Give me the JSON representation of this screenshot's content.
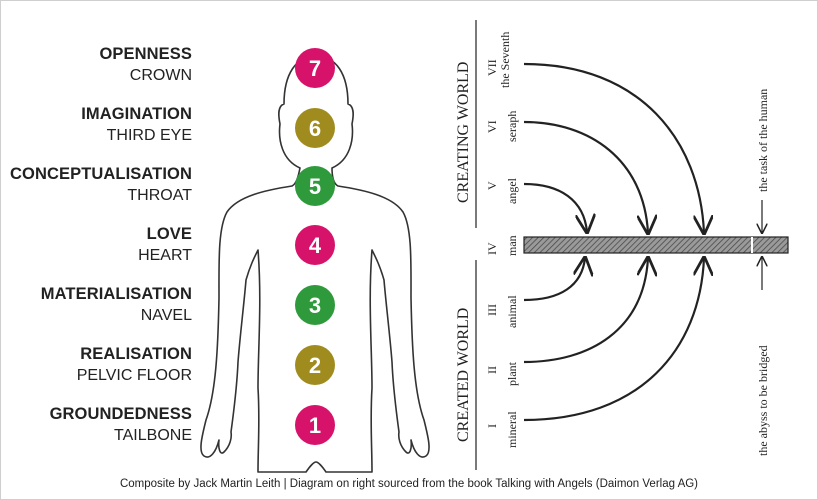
{
  "chakras": [
    {
      "number": "7",
      "title": "OPENNESS",
      "subtitle": "CROWN",
      "color": "#d6126b"
    },
    {
      "number": "6",
      "title": "IMAGINATION",
      "subtitle": "THIRD EYE",
      "color": "#a08c1e"
    },
    {
      "number": "5",
      "title": "CONCEPTUALISATION",
      "subtitle": "THROAT",
      "color": "#2e9a3c"
    },
    {
      "number": "4",
      "title": "LOVE",
      "subtitle": "HEART",
      "color": "#d6126b"
    },
    {
      "number": "3",
      "title": "MATERIALISATION",
      "subtitle": "NAVEL",
      "color": "#2e9a3c"
    },
    {
      "number": "2",
      "title": "REALISATION",
      "subtitle": "PELVIC FLOOR",
      "color": "#a08c1e"
    },
    {
      "number": "1",
      "title": "GROUNDEDNESS",
      "subtitle": "TAILBONE",
      "color": "#d6126b"
    }
  ],
  "diagram": {
    "creating_world": "CREATING WORLD",
    "created_world": "CREATED WORLD",
    "levels": [
      {
        "numeral": "VII",
        "name": "the Seventh"
      },
      {
        "numeral": "VI",
        "name": "seraph"
      },
      {
        "numeral": "V",
        "name": "angel"
      },
      {
        "numeral": "IV",
        "name": "man"
      },
      {
        "numeral": "III",
        "name": "animal"
      },
      {
        "numeral": "II",
        "name": "plant"
      },
      {
        "numeral": "I",
        "name": "mineral"
      }
    ],
    "task_label": "the task of the human",
    "abyss_label": "the abyss to be bridged"
  },
  "caption": "Composite by Jack Martin Leith | Diagram on right sourced from the book Talking with Angels (Daimon Verlag AG)"
}
